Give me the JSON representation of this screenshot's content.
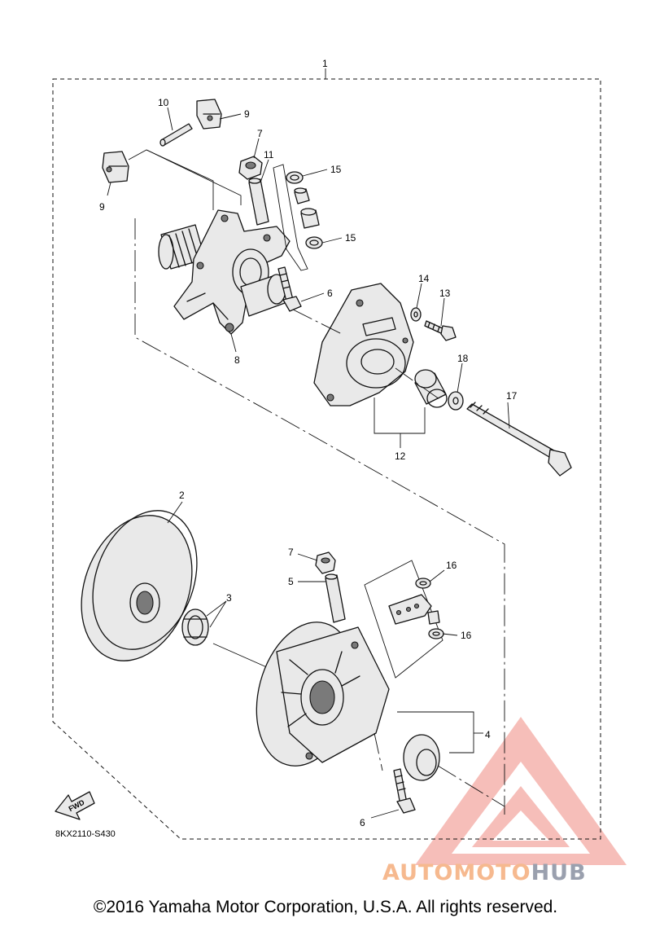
{
  "diagram": {
    "callouts": {
      "c1": "1",
      "c2": "2",
      "c3": "3",
      "c4": "4",
      "c5": "5",
      "c6a": "6",
      "c6b": "6",
      "c7a": "7",
      "c7b": "7",
      "c8": "8",
      "c9a": "9",
      "c9b": "9",
      "c10": "10",
      "c11": "11",
      "c12": "12",
      "c13": "13",
      "c14": "14",
      "c15a": "15",
      "c15b": "15",
      "c16a": "16",
      "c16b": "16",
      "c17": "17",
      "c18": "18"
    },
    "fwd_label": "FWD",
    "diagram_code": "8KX2110-S430"
  },
  "footer": {
    "copyright": "©2016 Yamaha Motor Corporation, U.S.A. All rights reserved."
  },
  "watermark": {
    "part_a": "AUTOMOTO",
    "part_b": "HUB",
    "color_accent": "#f08a80",
    "color_secondary": "#9aa0ae"
  },
  "icons": {
    "fwd": "fwd-arrow-icon",
    "watermark": "triangle-logo-icon"
  }
}
